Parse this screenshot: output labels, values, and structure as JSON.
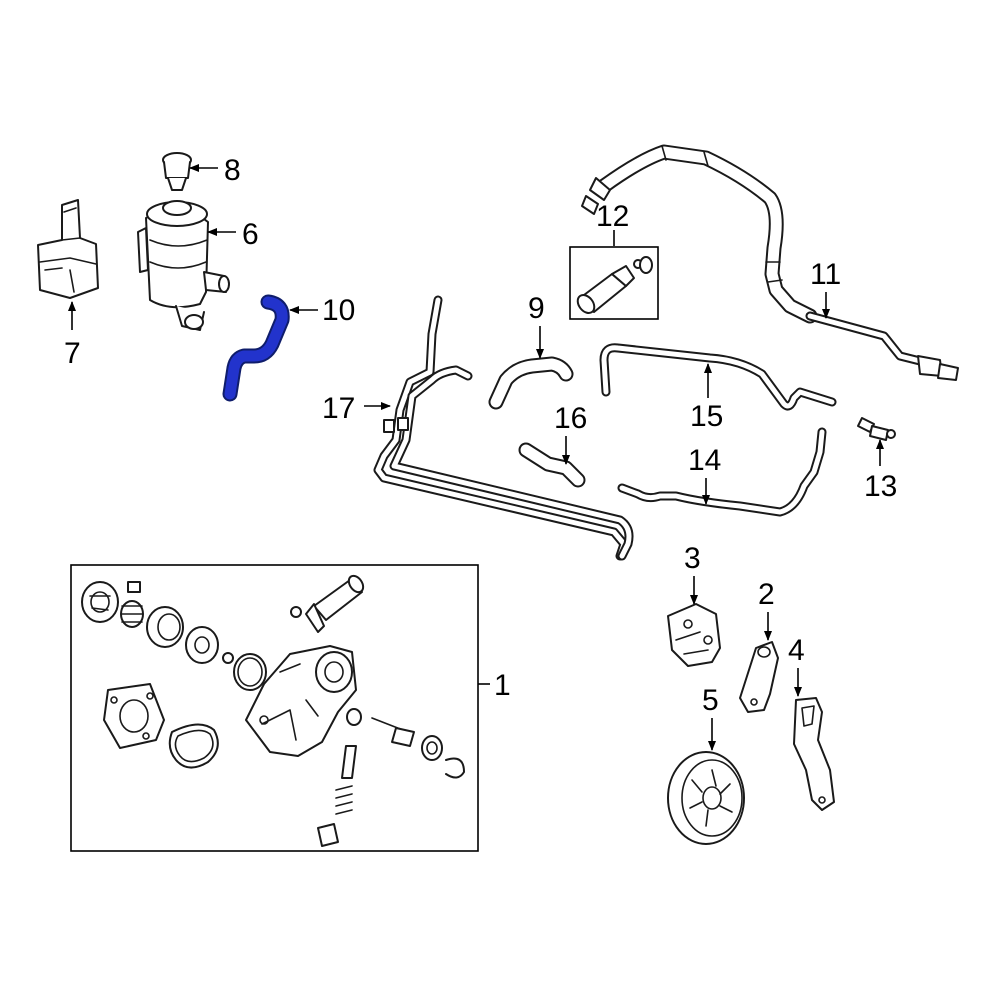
{
  "diagram": {
    "callouts": {
      "c1": "1",
      "c2": "2",
      "c3": "3",
      "c4": "4",
      "c5": "5",
      "c6": "6",
      "c7": "7",
      "c8": "8",
      "c9": "9",
      "c10": "10",
      "c11": "11",
      "c12": "12",
      "c13": "13",
      "c14": "14",
      "c15": "15",
      "c16": "16",
      "c17": "17"
    },
    "highlight_color": "#2233cc",
    "highlighted_part": "10"
  }
}
